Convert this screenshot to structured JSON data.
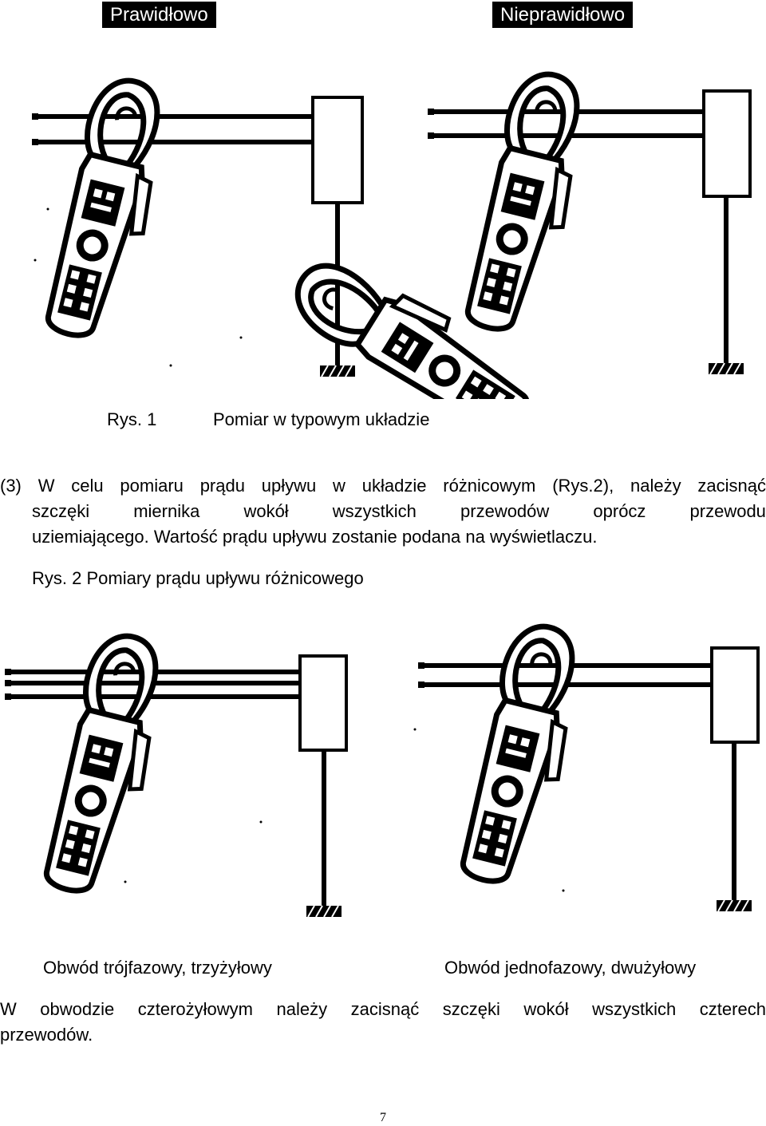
{
  "header": {
    "correct_label": "Prawidłowo",
    "incorrect_label": "Nieprawidłowo"
  },
  "figure1": {
    "number": "Rys. 1",
    "title": "Pomiar w typowym układzie"
  },
  "paragraph1": {
    "line1_words": [
      "(3)",
      "W",
      "celu",
      "pomiaru",
      "prądu",
      "upływu",
      "w",
      "układzie",
      "różnicowym",
      "(Rys.2),",
      "należy",
      "zacisnąć"
    ],
    "line2_words": [
      "szczęki",
      "miernika",
      "wokół",
      "wszystkich",
      "przewodów",
      "oprócz",
      "przewodu"
    ],
    "line3": "uziemiającego. Wartość prądu upływu zostanie podana na wyświetlaczu."
  },
  "figure2": {
    "caption": "Rys. 2  Pomiary prądu upływu różnicowego",
    "left_caption": "Obwód trójfazowy, trzyżyłowy",
    "right_caption": "Obwód jednofazowy, dwużyłowy"
  },
  "paragraph2": {
    "line1_words": [
      "W",
      "obwodzie",
      "czterożyłowym",
      "należy",
      "zacisnąć",
      "szczęki",
      "wokół",
      "wszystkich",
      "czterech"
    ],
    "line2": "przewodów."
  },
  "page_number": "7"
}
